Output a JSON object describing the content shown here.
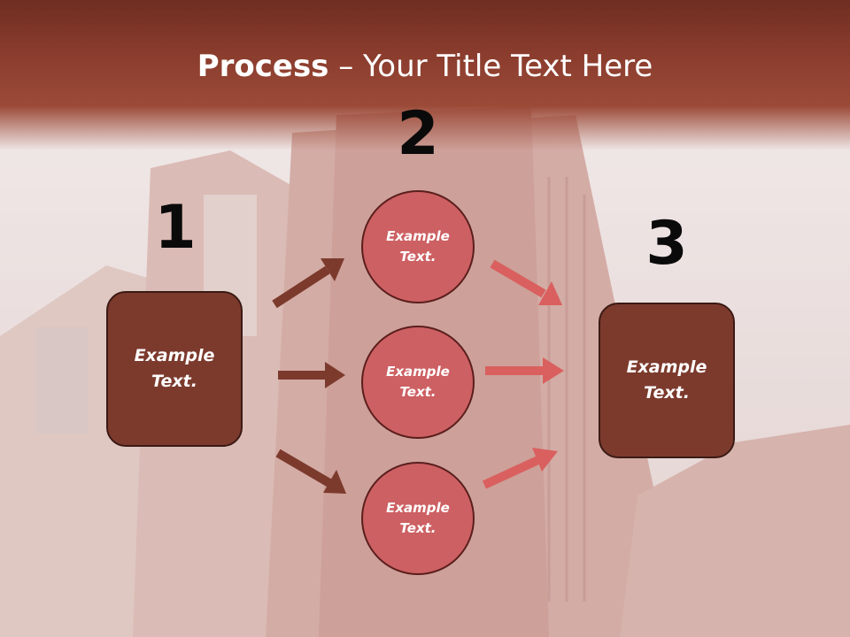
{
  "title": {
    "bold": "Process",
    "rest": " – Your Title Text Here"
  },
  "steps": {
    "one": "1",
    "two": "2",
    "three": "3"
  },
  "left_box": "Example Text.",
  "right_box": "Example Text.",
  "circles": [
    "Example Text.",
    "Example Text.",
    "Example Text."
  ],
  "colors": {
    "box": "#7c3a2d",
    "circle": "#cd6063",
    "arrow_dark": "#7c3a2d",
    "arrow_light": "#d9605f"
  }
}
